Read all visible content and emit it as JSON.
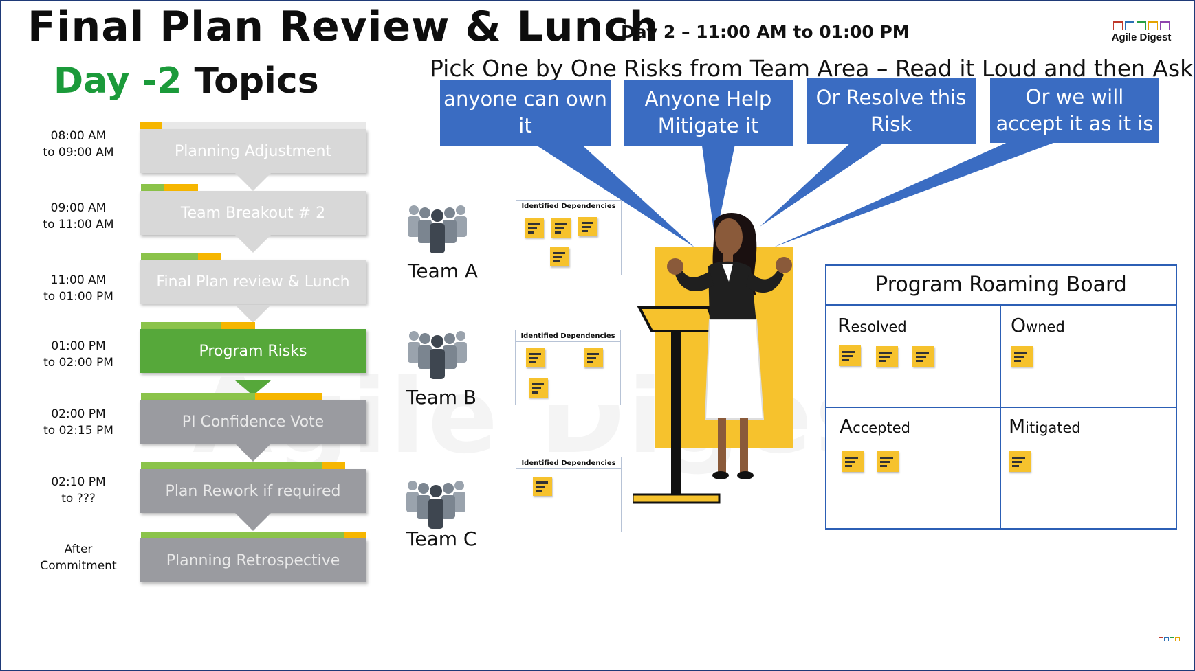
{
  "header": {
    "title": "Final Plan Review & Lunch",
    "subtitle": "Day 2 – 11:00 AM to 01:00 PM",
    "logo_text": "Agile Digest",
    "logo_colors": [
      "#c0392b",
      "#2c6fb5",
      "#27a044",
      "#e5a300",
      "#8e44ad"
    ]
  },
  "topics": {
    "heading_green": "Day -2",
    "heading_rest": "Topics"
  },
  "schedule": [
    {
      "time_start": "08:00 AM",
      "time_end": "to 09:00 AM",
      "label": "Planning Adjustment",
      "style": "light"
    },
    {
      "time_start": "09:00 AM",
      "time_end": "to 11:00 AM",
      "label": "Team Breakout # 2",
      "style": "light"
    },
    {
      "time_start": "11:00 AM",
      "time_end": "to 01:00 PM",
      "label": "Final Plan review & Lunch",
      "style": "light"
    },
    {
      "time_start": "01:00 PM",
      "time_end": "to 02:00 PM",
      "label": "Program Risks",
      "style": "green"
    },
    {
      "time_start": "02:00 PM",
      "time_end": "to 02:15 PM",
      "label": "PI Confidence Vote",
      "style": "grey"
    },
    {
      "time_start": "02:10 PM",
      "time_end": "to ???",
      "label": "Plan Rework if required",
      "style": "grey"
    },
    {
      "time_start": "After Commitment",
      "time_end": "",
      "label": "Planning Retrospective",
      "style": "grey"
    }
  ],
  "instruction": "Pick One by One Risks from Team Area – Read it Loud and then Ask",
  "callouts": [
    "anyone can own it",
    "Anyone Help Mitigate it",
    "Or Resolve this Risk",
    "Or we will accept it as it is"
  ],
  "teams": [
    {
      "name": "Team A",
      "dependencies_title": "Identified Dependencies"
    },
    {
      "name": "Team B",
      "dependencies_title": "Identified Dependencies"
    },
    {
      "name": "Team C",
      "dependencies_title": "Identified Dependencies"
    }
  ],
  "board": {
    "title": "Program Roaming Board",
    "resolved": {
      "initial": "R",
      "rest": "esolved"
    },
    "owned": {
      "initial": "O",
      "rest": "wned"
    },
    "accepted": {
      "initial": "A",
      "rest": "ccepted"
    },
    "mitigated": {
      "initial": "M",
      "rest": "itigated"
    }
  },
  "colors": {
    "callout_blue": "#3a6cc2",
    "sticky_yellow": "#f6c22d",
    "highlight_green": "#56a83a",
    "progress_green": "#8bc34a",
    "progress_orange": "#f6b600"
  }
}
